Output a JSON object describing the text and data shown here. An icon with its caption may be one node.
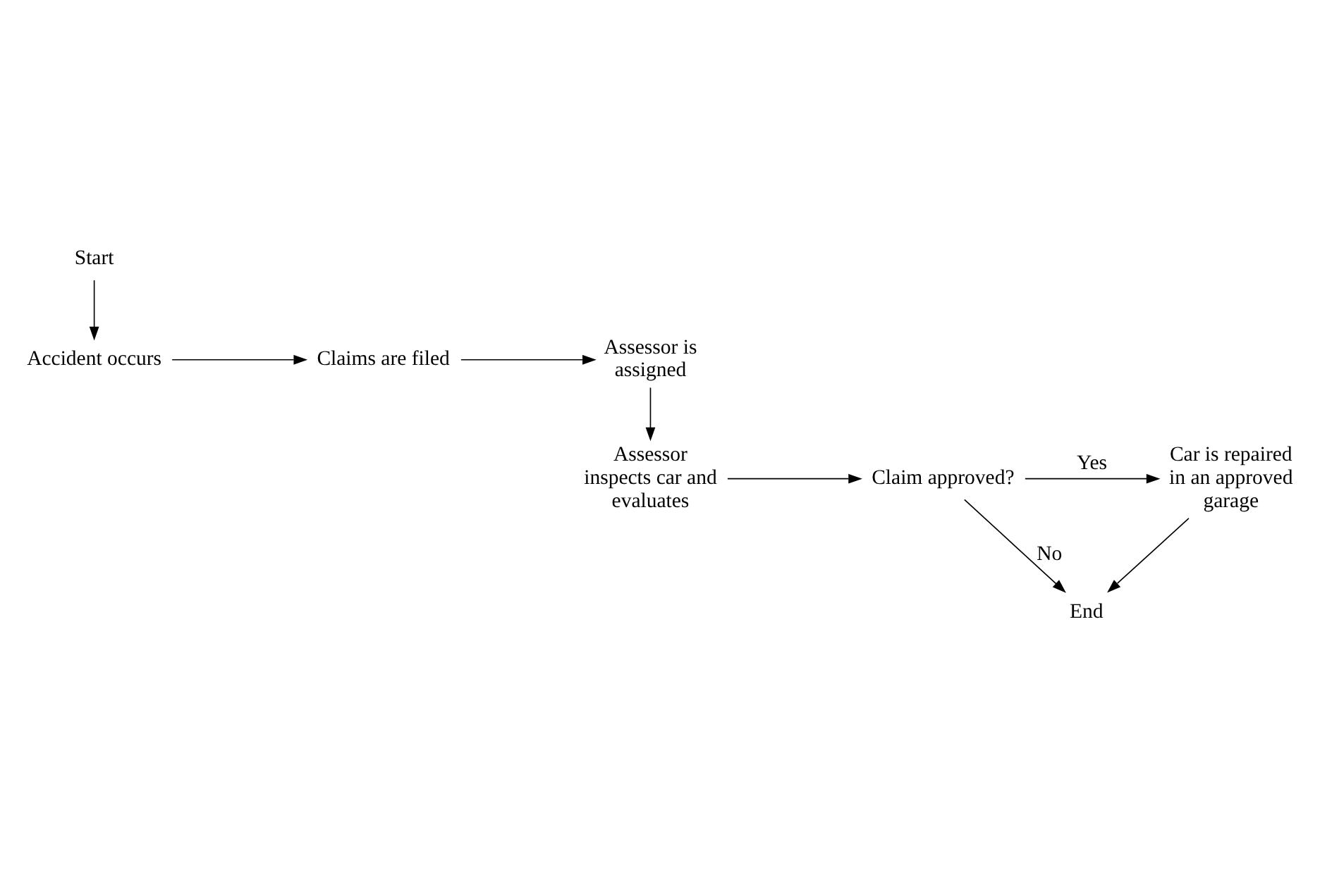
{
  "diagram": {
    "nodes": [
      {
        "text": [
          "Start"
        ]
      },
      {
        "text": [
          "Accident occurs"
        ]
      },
      {
        "text": [
          "Claims are filed"
        ]
      },
      {
        "text": [
          "Assessor is assigned"
        ]
      },
      {
        "text": [
          "Car is repaired in an approved garage"
        ]
      },
      {
        "text": [
          "Claim approved?"
        ]
      },
      {
        "text": [
          "Assessor inspects car and evaluates"
        ]
      },
      {
        "text": [
          "End"
        ]
      }
    ],
    "edges": [
      {
        "from": 0,
        "to": 1,
        "arrow": "to"
      },
      {
        "from": 1,
        "to": 2,
        "arrow": "to"
      },
      {
        "from": 2,
        "to": 3,
        "arrow": "to"
      },
      {
        "from": 3,
        "to": 6,
        "arrow": "to"
      },
      {
        "from": 6,
        "to": 5,
        "arrow": "to"
      },
      {
        "from": 5,
        "to": 4,
        "arrow": "to",
        "label": "Yes"
      },
      {
        "from": 4,
        "to": 7,
        "arrow": "to"
      },
      {
        "from": 5,
        "to": 7,
        "arrow": "to",
        "label": "No"
      }
    ]
  }
}
